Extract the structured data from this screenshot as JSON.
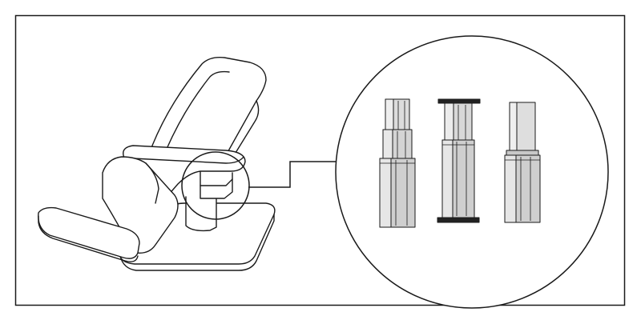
{
  "figure": {
    "subject": "examination-chair-with-lifting-columns",
    "colors": {
      "line": "#1a1a1a",
      "background": "#ffffff",
      "column_fill": "#dcdcdc",
      "column_shade": "#bdbdbd",
      "column_light": "#eeeeee",
      "plate": "#222222"
    },
    "detail_callout": {
      "items": [
        {
          "name": "telescopic-column-three-stage"
        },
        {
          "name": "column-with-top-and-base-plate"
        },
        {
          "name": "column-with-block-top"
        }
      ]
    }
  }
}
